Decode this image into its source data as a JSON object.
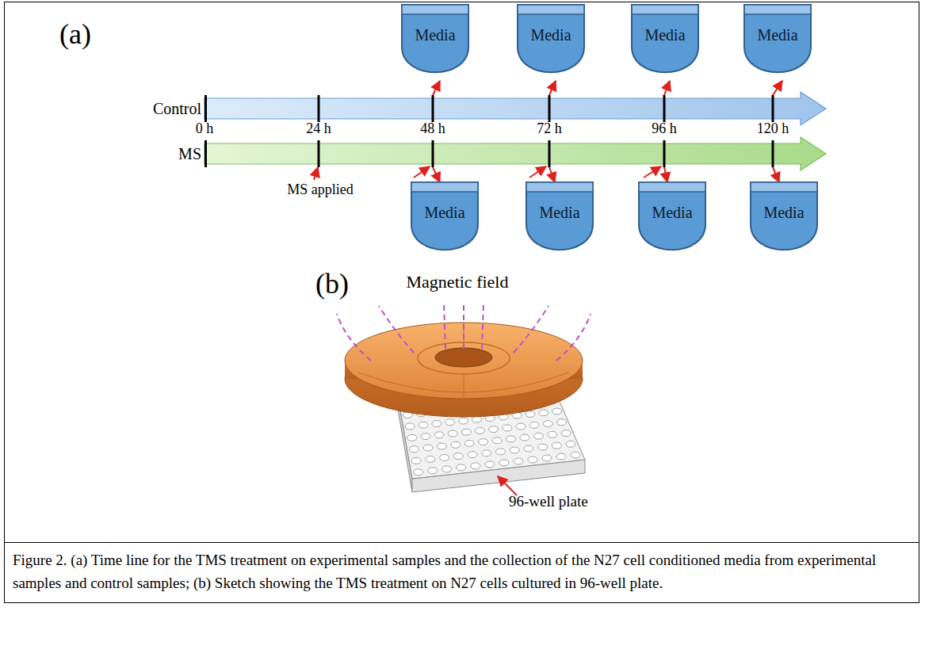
{
  "diagram": {
    "caption": "Figure 2. (a) Time line for the TMS treatment on experimental samples and the collection of the N27 cell conditioned media from experimental samples and control samples; (b) Sketch showing the TMS treatment on N27 cells cultured in 96-well plate.",
    "nodes": [
      {
        "text": [
          "Media"
        ]
      },
      {
        "text": [
          "Media"
        ]
      },
      {
        "text": [
          "Media"
        ]
      },
      {
        "text": [
          "Media"
        ]
      },
      {
        "text": [
          "Control"
        ]
      },
      {
        "text": [
          "MS"
        ]
      },
      {
        "text": [
          "Media"
        ]
      },
      {
        "text": [
          "Media"
        ]
      },
      {
        "text": [
          "Media"
        ]
      },
      {
        "text": [
          "Media"
        ]
      }
    ],
    "edges": [
      {
        "from": 4,
        "to": 0,
        "arrow": "to"
      },
      {
        "from": 4,
        "to": 1,
        "arrow": "to"
      },
      {
        "from": 4,
        "to": 2,
        "arrow": "to"
      },
      {
        "from": 4,
        "to": 3,
        "arrow": "to"
      },
      {
        "from": 5,
        "to": 6,
        "arrow": "to"
      },
      {
        "from": 5,
        "to": 7,
        "arrow": "to"
      },
      {
        "from": 5,
        "to": 8,
        "arrow": "to"
      },
      {
        "from": 5,
        "to": 9,
        "arrow": "to"
      }
    ],
    "labels": [
      "(a)",
      "0 h",
      "24 h",
      "48 h",
      "72 h",
      "96 h",
      "120 h",
      "MS applied",
      "(b)",
      "Magnetic field",
      "96-well plate"
    ]
  }
}
